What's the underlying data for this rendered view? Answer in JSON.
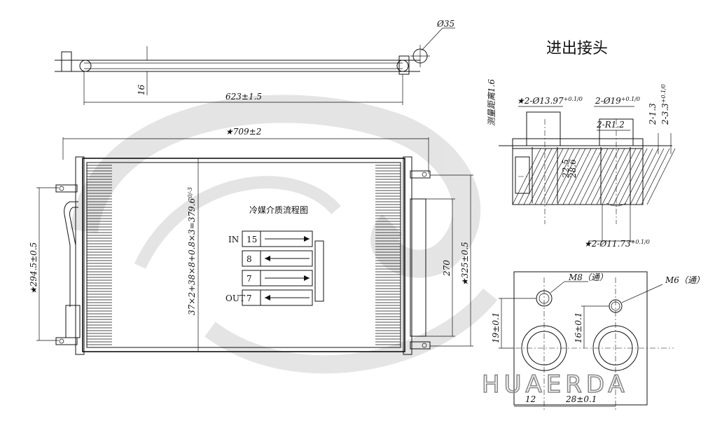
{
  "top_view": {
    "dim_length": "623±1.5",
    "dim_thickness": "16",
    "dim_pipe_dia": "Ø35"
  },
  "front_view": {
    "dim_width": "★709±2",
    "dim_left_height": "★294.5±0.5",
    "dim_core_spec": "37×2+38×8+0.8×3=379.6",
    "dim_core_spec_tol": "0/-3",
    "dim_tank": "270",
    "dim_right_height": "★325±0.5"
  },
  "flow_diagram": {
    "title": "冷媒介质流程图",
    "rows": [
      {
        "port": "IN",
        "count": "15"
      },
      {
        "port": "",
        "count": "8"
      },
      {
        "port": "",
        "count": "7"
      },
      {
        "port": "OUT",
        "count": "7"
      }
    ]
  },
  "joint_detail": {
    "title": "进出接头",
    "dim_gap": "测量距离1.6",
    "dim_hole1": "★2-Ø13.97",
    "dim_hole1_tol": "+0.1/0",
    "dim_hole2": "2-Ø19",
    "dim_hole2_tol": "+0.1/0",
    "dim_r": "2-R1.2",
    "dim_depth1": "2-1.3",
    "dim_depth2": "2-3.3",
    "dim_depth2_tol": "+0.1/0",
    "dim_inner": "22.5",
    "dim_inner2": "28.6",
    "dim_hole3": "★2-Ø11.73",
    "dim_hole3_tol": "+0.1/0"
  },
  "flange_view": {
    "dim_m8": "M8（通）",
    "dim_m6": "M6（通）",
    "dim_19": "19±0.1",
    "dim_16": "16±0.1",
    "dim_12": "12",
    "dim_28": "28±0.1"
  },
  "watermark": "HUAERDA"
}
